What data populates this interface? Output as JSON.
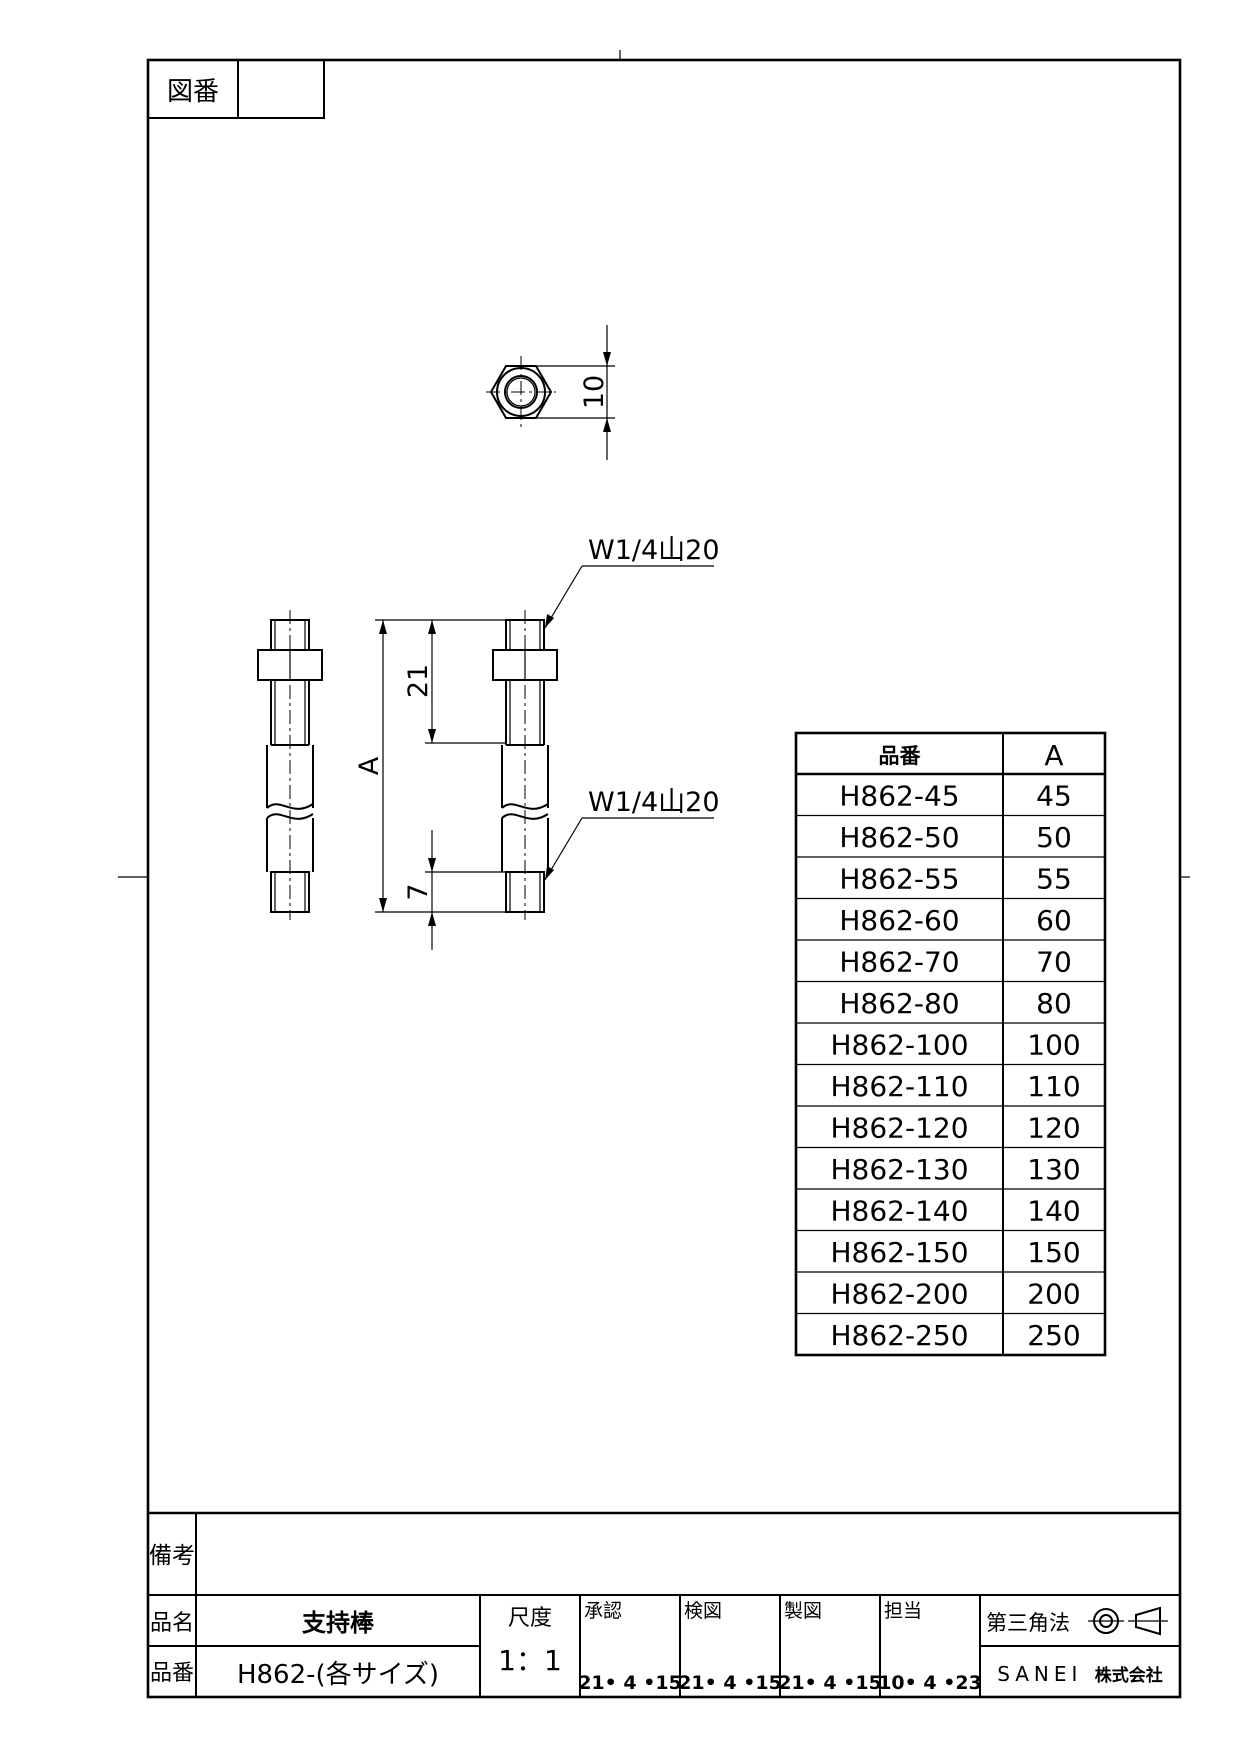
{
  "drawing_number_label": "図番",
  "drawing_number_value": "",
  "hex_view": {
    "dim_label": "10"
  },
  "thread_callout_top": "W1/4山20",
  "thread_callout_bottom": "W1/4山20",
  "dimensions": {
    "top_thread_length": "21",
    "overall_length": "A",
    "bottom_thread_length": "7"
  },
  "size_table": {
    "headers": [
      "品番",
      "A"
    ],
    "rows": [
      [
        "H862-45",
        "45"
      ],
      [
        "H862-50",
        "50"
      ],
      [
        "H862-55",
        "55"
      ],
      [
        "H862-60",
        "60"
      ],
      [
        "H862-70",
        "70"
      ],
      [
        "H862-80",
        "80"
      ],
      [
        "H862-100",
        "100"
      ],
      [
        "H862-110",
        "110"
      ],
      [
        "H862-120",
        "120"
      ],
      [
        "H862-130",
        "130"
      ],
      [
        "H862-140",
        "140"
      ],
      [
        "H862-150",
        "150"
      ],
      [
        "H862-200",
        "200"
      ],
      [
        "H862-250",
        "250"
      ]
    ]
  },
  "title_block": {
    "remarks_label": "備考",
    "remarks_value": "",
    "name_label": "品名",
    "name_value": "支持棒",
    "part_label": "品番",
    "part_value": "H862-(各サイズ)",
    "scale_label": "尺度",
    "scale_value": "1：1",
    "approved_label": "承認",
    "approved_date": "21• 4 •15",
    "checked_label": "検図",
    "checked_date": "21• 4 •15",
    "drafted_label": "製図",
    "drafted_date": "21• 4 •15",
    "charge_label": "担当",
    "charge_date": "10• 4 •23",
    "projection_label": "第三角法",
    "company": "SANEI",
    "company_suffix": "株式会社"
  }
}
